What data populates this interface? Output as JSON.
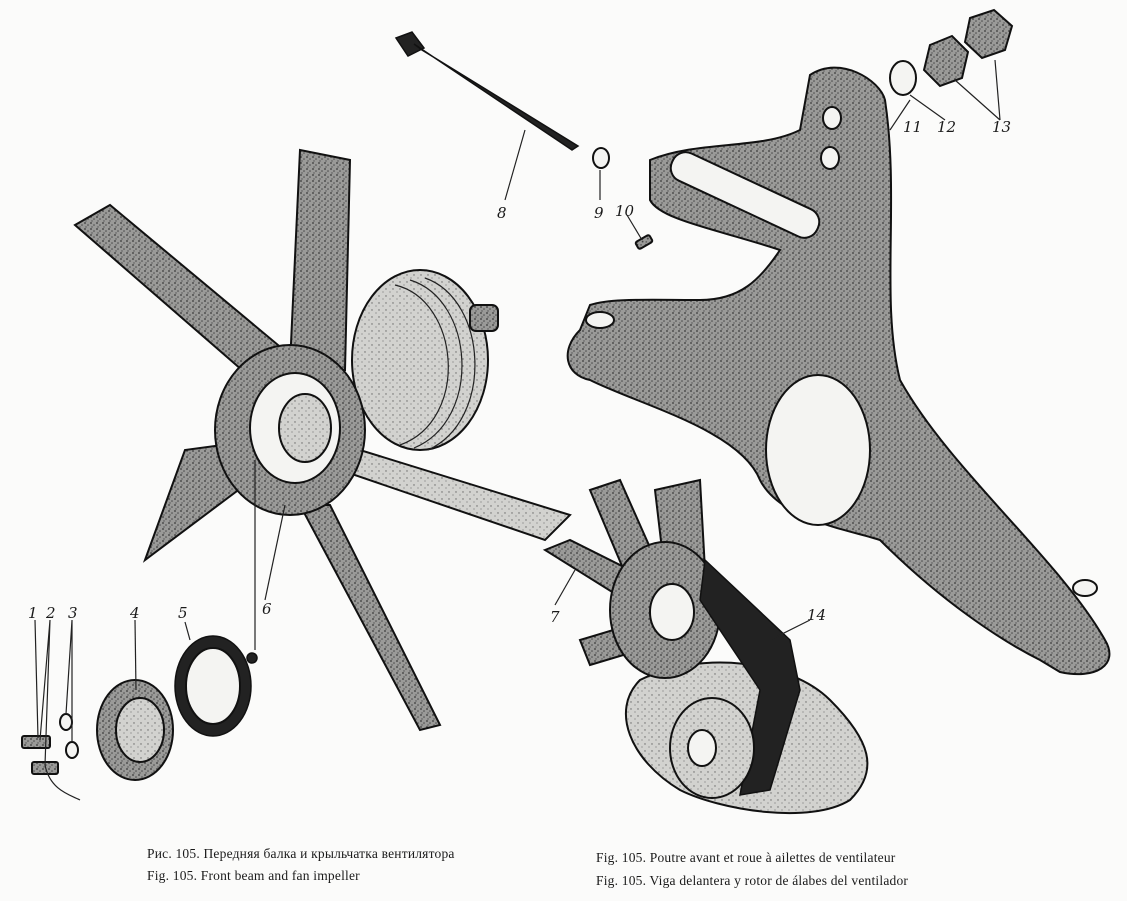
{
  "labels": {
    "l1": "1",
    "l2": "2",
    "l3": "3",
    "l4": "4",
    "l5": "5",
    "l6": "6",
    "l7": "7",
    "l8": "8",
    "l9": "9",
    "l10": "10",
    "l11": "11",
    "l12": "12",
    "l13": "13",
    "l14": "14"
  },
  "captions": {
    "ru": "Рис. 105. Передняя балка и крыльчатка вентилятора",
    "en": "Fig. 105. Front beam and fan impeller",
    "fr": "Fig. 105. Poutre avant et roue à ailettes de ventilateur",
    "es": "Fig. 105. Viga delantera y rotor de álabes del ventilador"
  }
}
